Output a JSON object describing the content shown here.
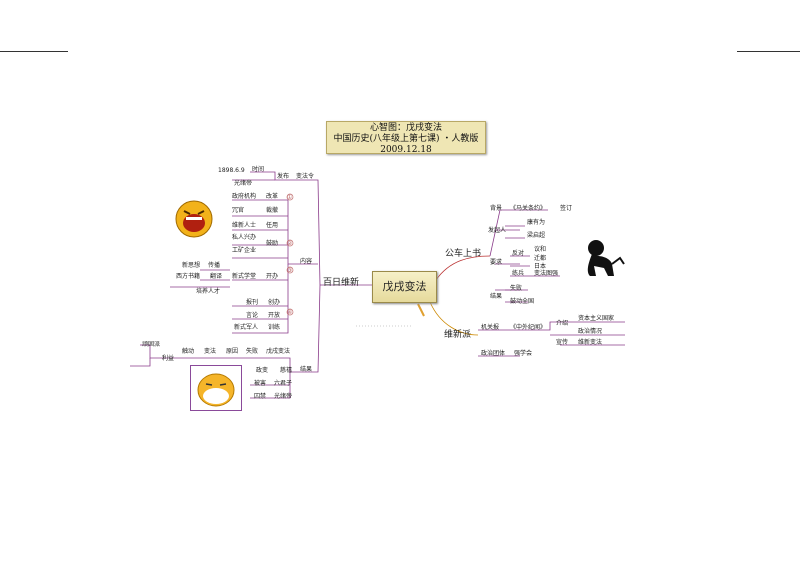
{
  "title": {
    "line1": "心智图：戊戌变法",
    "line2": "中国历史(八年级上第七课) ・人教版",
    "line3": "2009.12.18"
  },
  "center": "戊戌变法",
  "left": {
    "main": "百日维新",
    "decree": "变法令",
    "issue": "发布",
    "time_label": "时间",
    "time_value": "1898.6.9",
    "emperor": "光绪帝",
    "content": "内容",
    "items": [
      "政府机构",
      "改革",
      "冗官",
      "裁撤",
      "维新人士",
      "任用",
      "私人兴办",
      "鼓励",
      "工矿企业",
      "新思想",
      "传播",
      "西方书籍",
      "翻译",
      "新式学堂",
      "开办",
      "培养人才",
      "报刊",
      "创办",
      "言论",
      "开放",
      "新式军人",
      "训练"
    ],
    "result": "结果",
    "result_items": [
      "顽固派",
      "触动",
      "利益",
      "变法",
      "原因",
      "失败",
      "戊戌变法",
      "政变",
      "慈禧",
      "被害",
      "六君子",
      "囚禁",
      "光绪帝"
    ],
    "circled": [
      "①",
      "②",
      "③",
      "④"
    ]
  },
  "right": {
    "main": "公车上书",
    "items": [
      "背景",
      "《马关条约》",
      "签订",
      "发起人",
      "康有为",
      "梁启超",
      "要求",
      "反对",
      "议和",
      "迁都",
      "日本",
      "练兵",
      "变法图强",
      "结果",
      "失败",
      "鼓动全国"
    ],
    "reform": "维新派",
    "reform_items": [
      "机关报",
      "《中外纪闻》",
      "介绍",
      "资本主义国家",
      "政治情况",
      "宣传",
      "维新变法",
      "政治团体",
      "强学会"
    ]
  }
}
